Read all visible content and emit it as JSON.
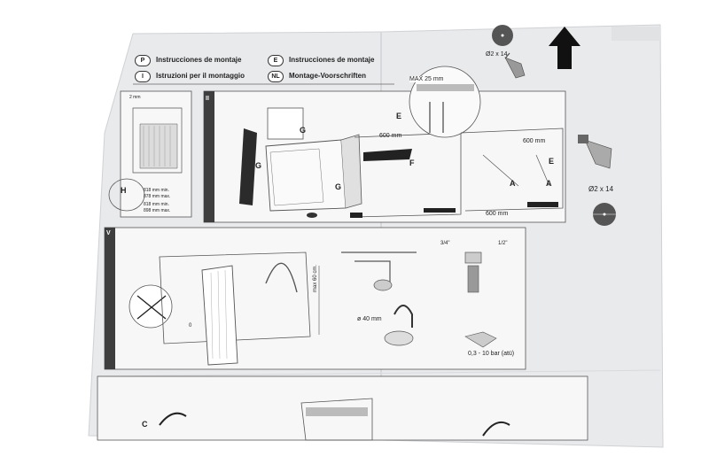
{
  "header": {
    "languages": [
      {
        "code": "P",
        "title": "Instrucciones de montaje"
      },
      {
        "code": "E",
        "title": "Instrucciones de montaje"
      },
      {
        "code": "I",
        "title": "Istruzioni per il montaggio"
      },
      {
        "code": "NL",
        "title": "Montage-Voorschriften"
      }
    ]
  },
  "panel_top": {
    "section": "II",
    "max_label": "MAX 25 mm",
    "dim_600_a": "600 mm",
    "dim_600_b": "600 mm",
    "dim_600_c": "600 mm",
    "label_g1": "G",
    "label_g2": "G",
    "label_g3": "G",
    "label_e1": "E",
    "label_e2": "E",
    "label_f": "F",
    "label_a1": "A",
    "label_a2": "A"
  },
  "panel_left": {
    "label_h": "H",
    "dim_2mm": "2 mm",
    "min1": "818 mm min.",
    "max1": "878 mm max.",
    "min2": "818 mm min.",
    "max2": "898 mm max."
  },
  "screws": {
    "top": "Ø2 x 14",
    "right": "Ø2 x 14"
  },
  "panel_mid": {
    "section": "V",
    "max_height": "max 60 cm.",
    "pipe_dia": "ø 40 mm",
    "thread_a": "3/4\"",
    "thread_b": "1/2\"",
    "pressure": "0,3 - 10 bar (atü)",
    "zero": "0"
  },
  "panel_bottom": {
    "label_c": "C"
  }
}
